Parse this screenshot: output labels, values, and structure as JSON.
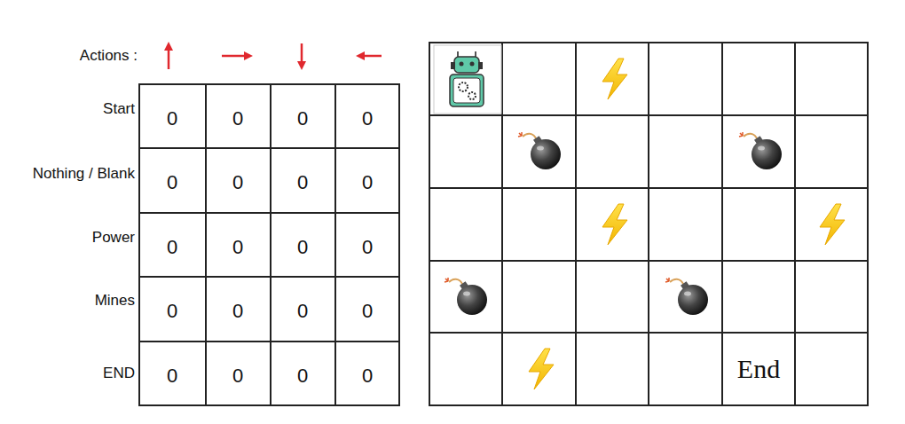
{
  "diagram": {
    "labels": [
      "Actions :",
      "Start",
      "0",
      "0",
      "0",
      "0",
      "Nothing / Blank",
      "0",
      "0",
      "0",
      "0",
      "Power",
      "0",
      "0",
      "0",
      "0",
      "Mines",
      "0",
      "0",
      "0",
      "0",
      "END",
      "0",
      "0",
      "0",
      "0",
      "End"
    ]
  }
}
